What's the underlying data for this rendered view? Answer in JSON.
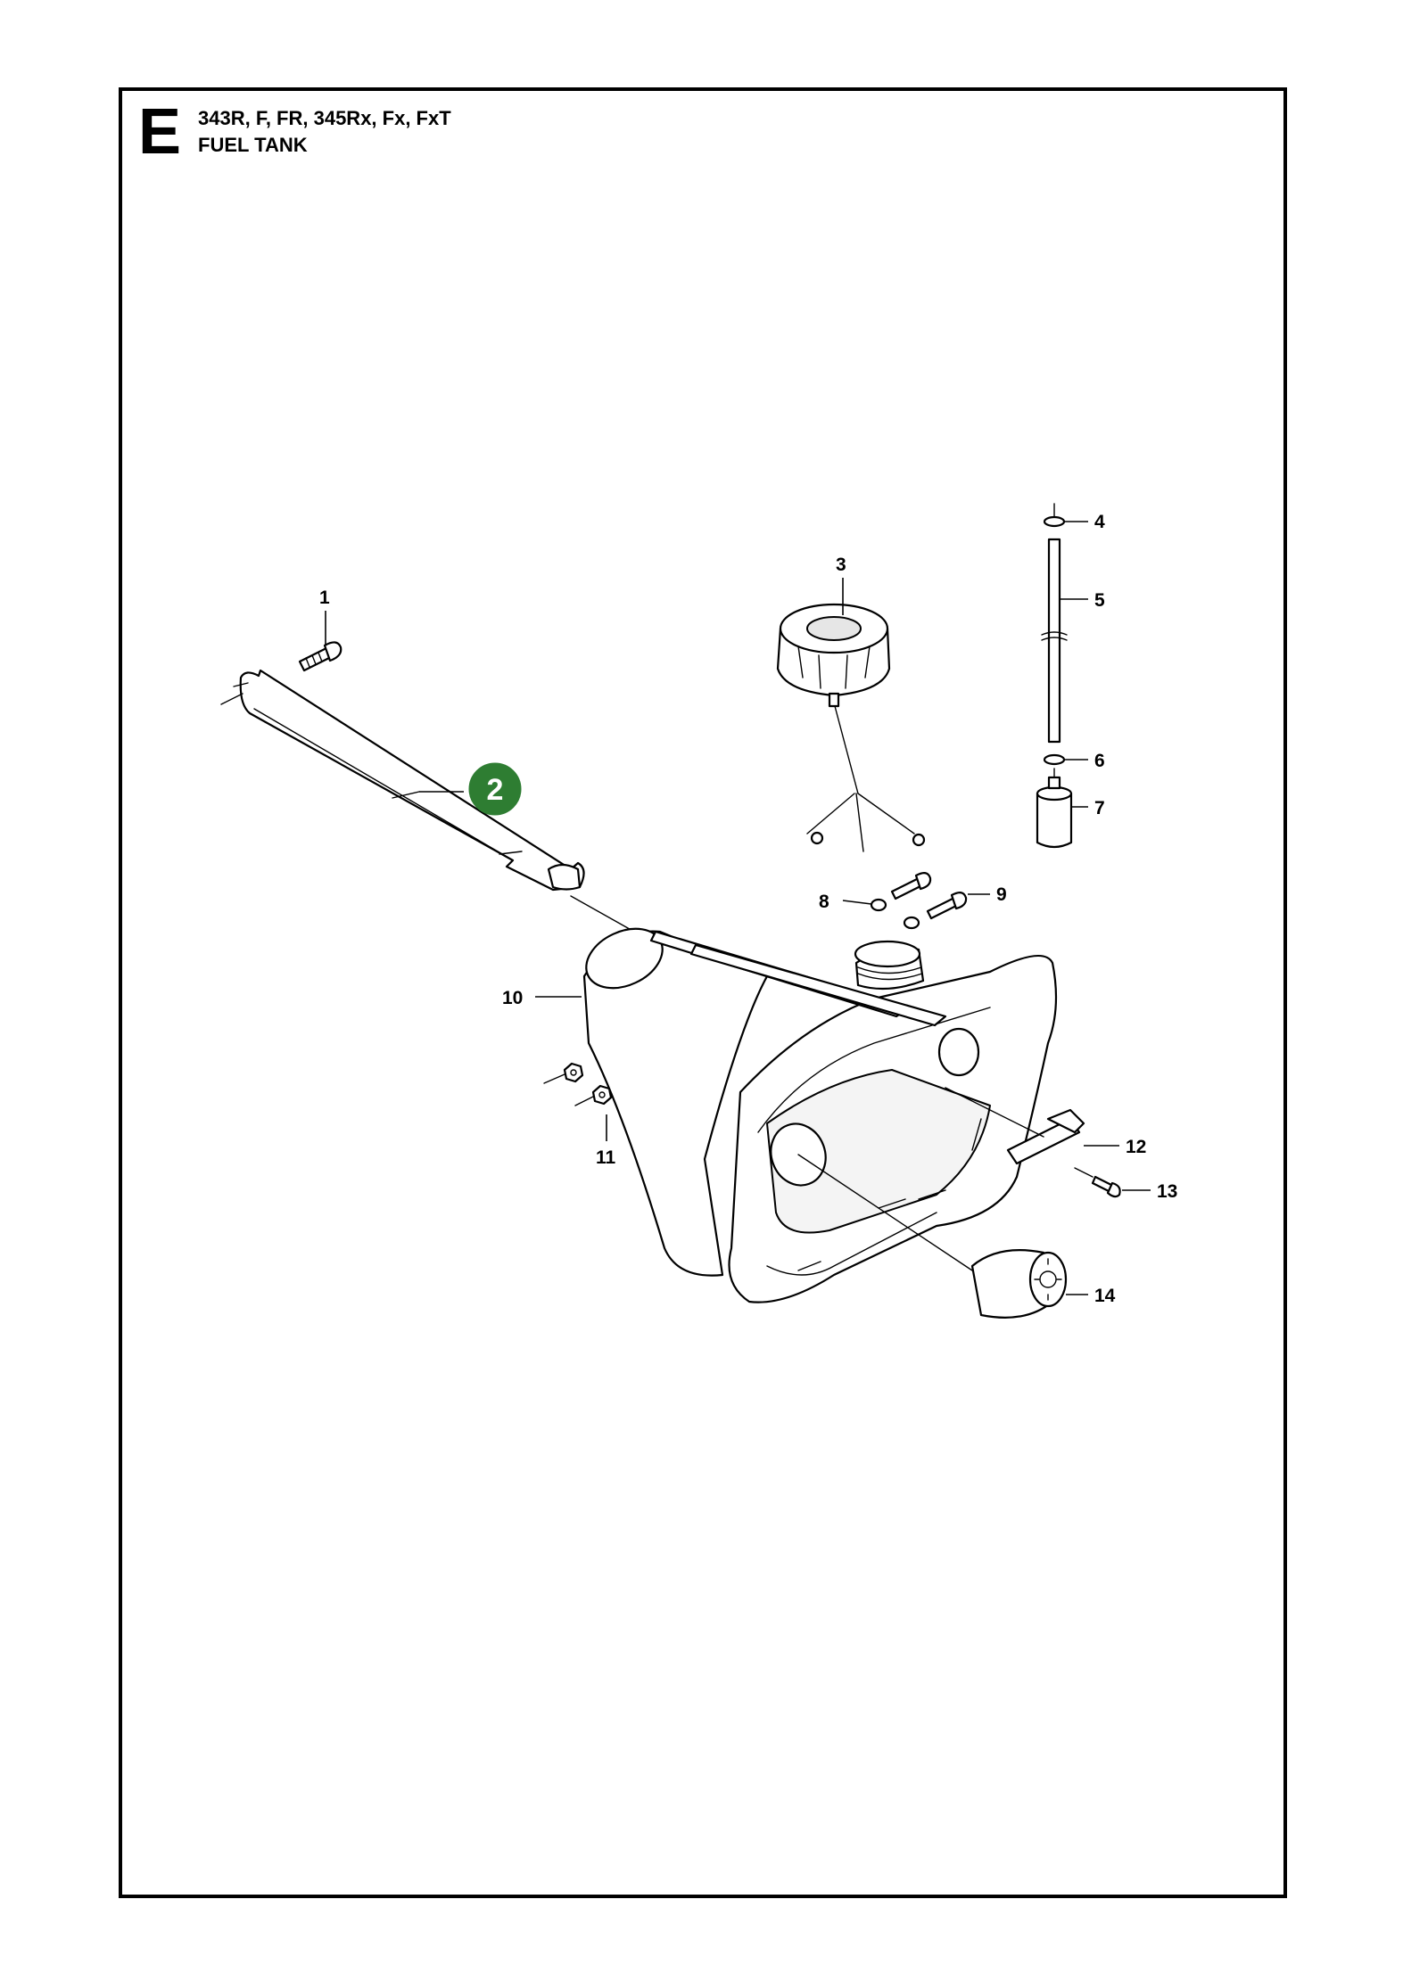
{
  "header": {
    "section_letter": "E",
    "models": "343R, F, FR, 345Rx, Fx, FxT",
    "title": "FUEL TANK"
  },
  "colors": {
    "frame": "#000000",
    "highlight_callout": "#2e7d32"
  },
  "callouts": [
    {
      "id": "1",
      "label": "1",
      "highlighted": false
    },
    {
      "id": "2",
      "label": "2",
      "highlighted": true
    },
    {
      "id": "3",
      "label": "3",
      "highlighted": false
    },
    {
      "id": "4",
      "label": "4",
      "highlighted": false
    },
    {
      "id": "5",
      "label": "5",
      "highlighted": false
    },
    {
      "id": "6",
      "label": "6",
      "highlighted": false
    },
    {
      "id": "7",
      "label": "7",
      "highlighted": false
    },
    {
      "id": "8",
      "label": "8",
      "highlighted": false
    },
    {
      "id": "9",
      "label": "9",
      "highlighted": false
    },
    {
      "id": "10",
      "label": "10",
      "highlighted": false
    },
    {
      "id": "11",
      "label": "11",
      "highlighted": false
    },
    {
      "id": "12",
      "label": "12",
      "highlighted": false
    },
    {
      "id": "13",
      "label": "13",
      "highlighted": false
    },
    {
      "id": "14",
      "label": "14",
      "highlighted": false
    }
  ]
}
